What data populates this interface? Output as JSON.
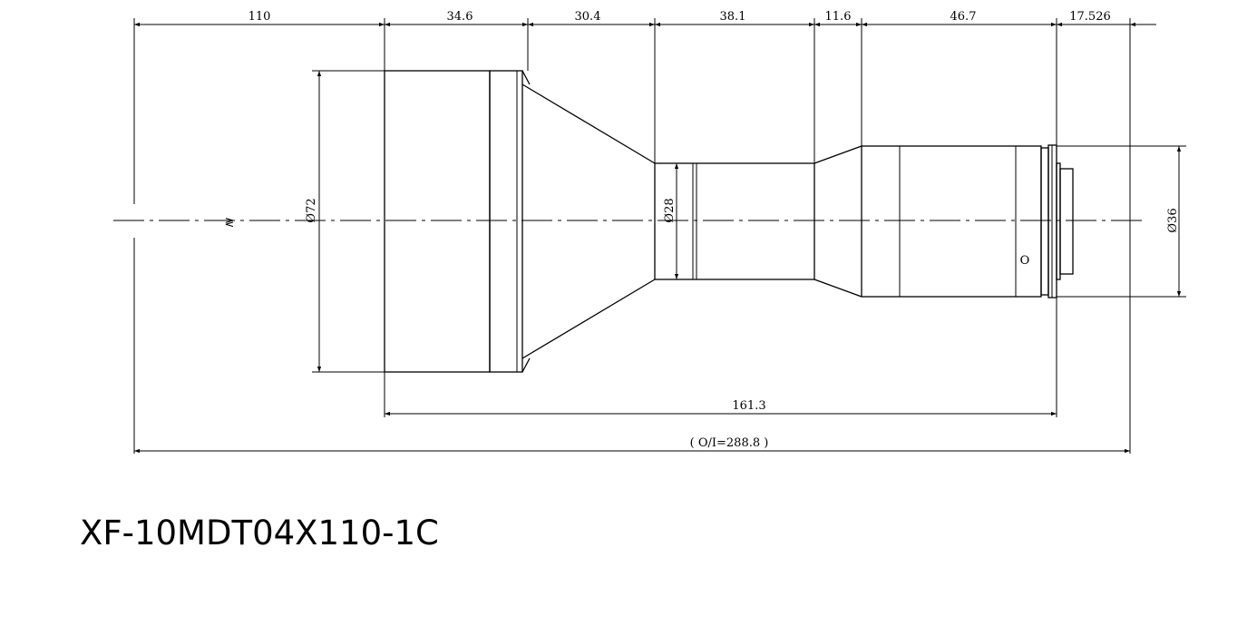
{
  "dimensions": {
    "top": [
      "110",
      "34.6",
      "30.4",
      "38.1",
      "11.6",
      "46.7",
      "17.526"
    ],
    "flange_length": "161.3",
    "total_length": "( O/I=288.8 )"
  },
  "diameters": {
    "front": "Ø72",
    "middle": "Ø28",
    "rear": "Ø36"
  },
  "marks": {
    "break_symbol": "≷",
    "rear_mark": "O"
  },
  "part_number": "XF-10MDT04X110-1C"
}
